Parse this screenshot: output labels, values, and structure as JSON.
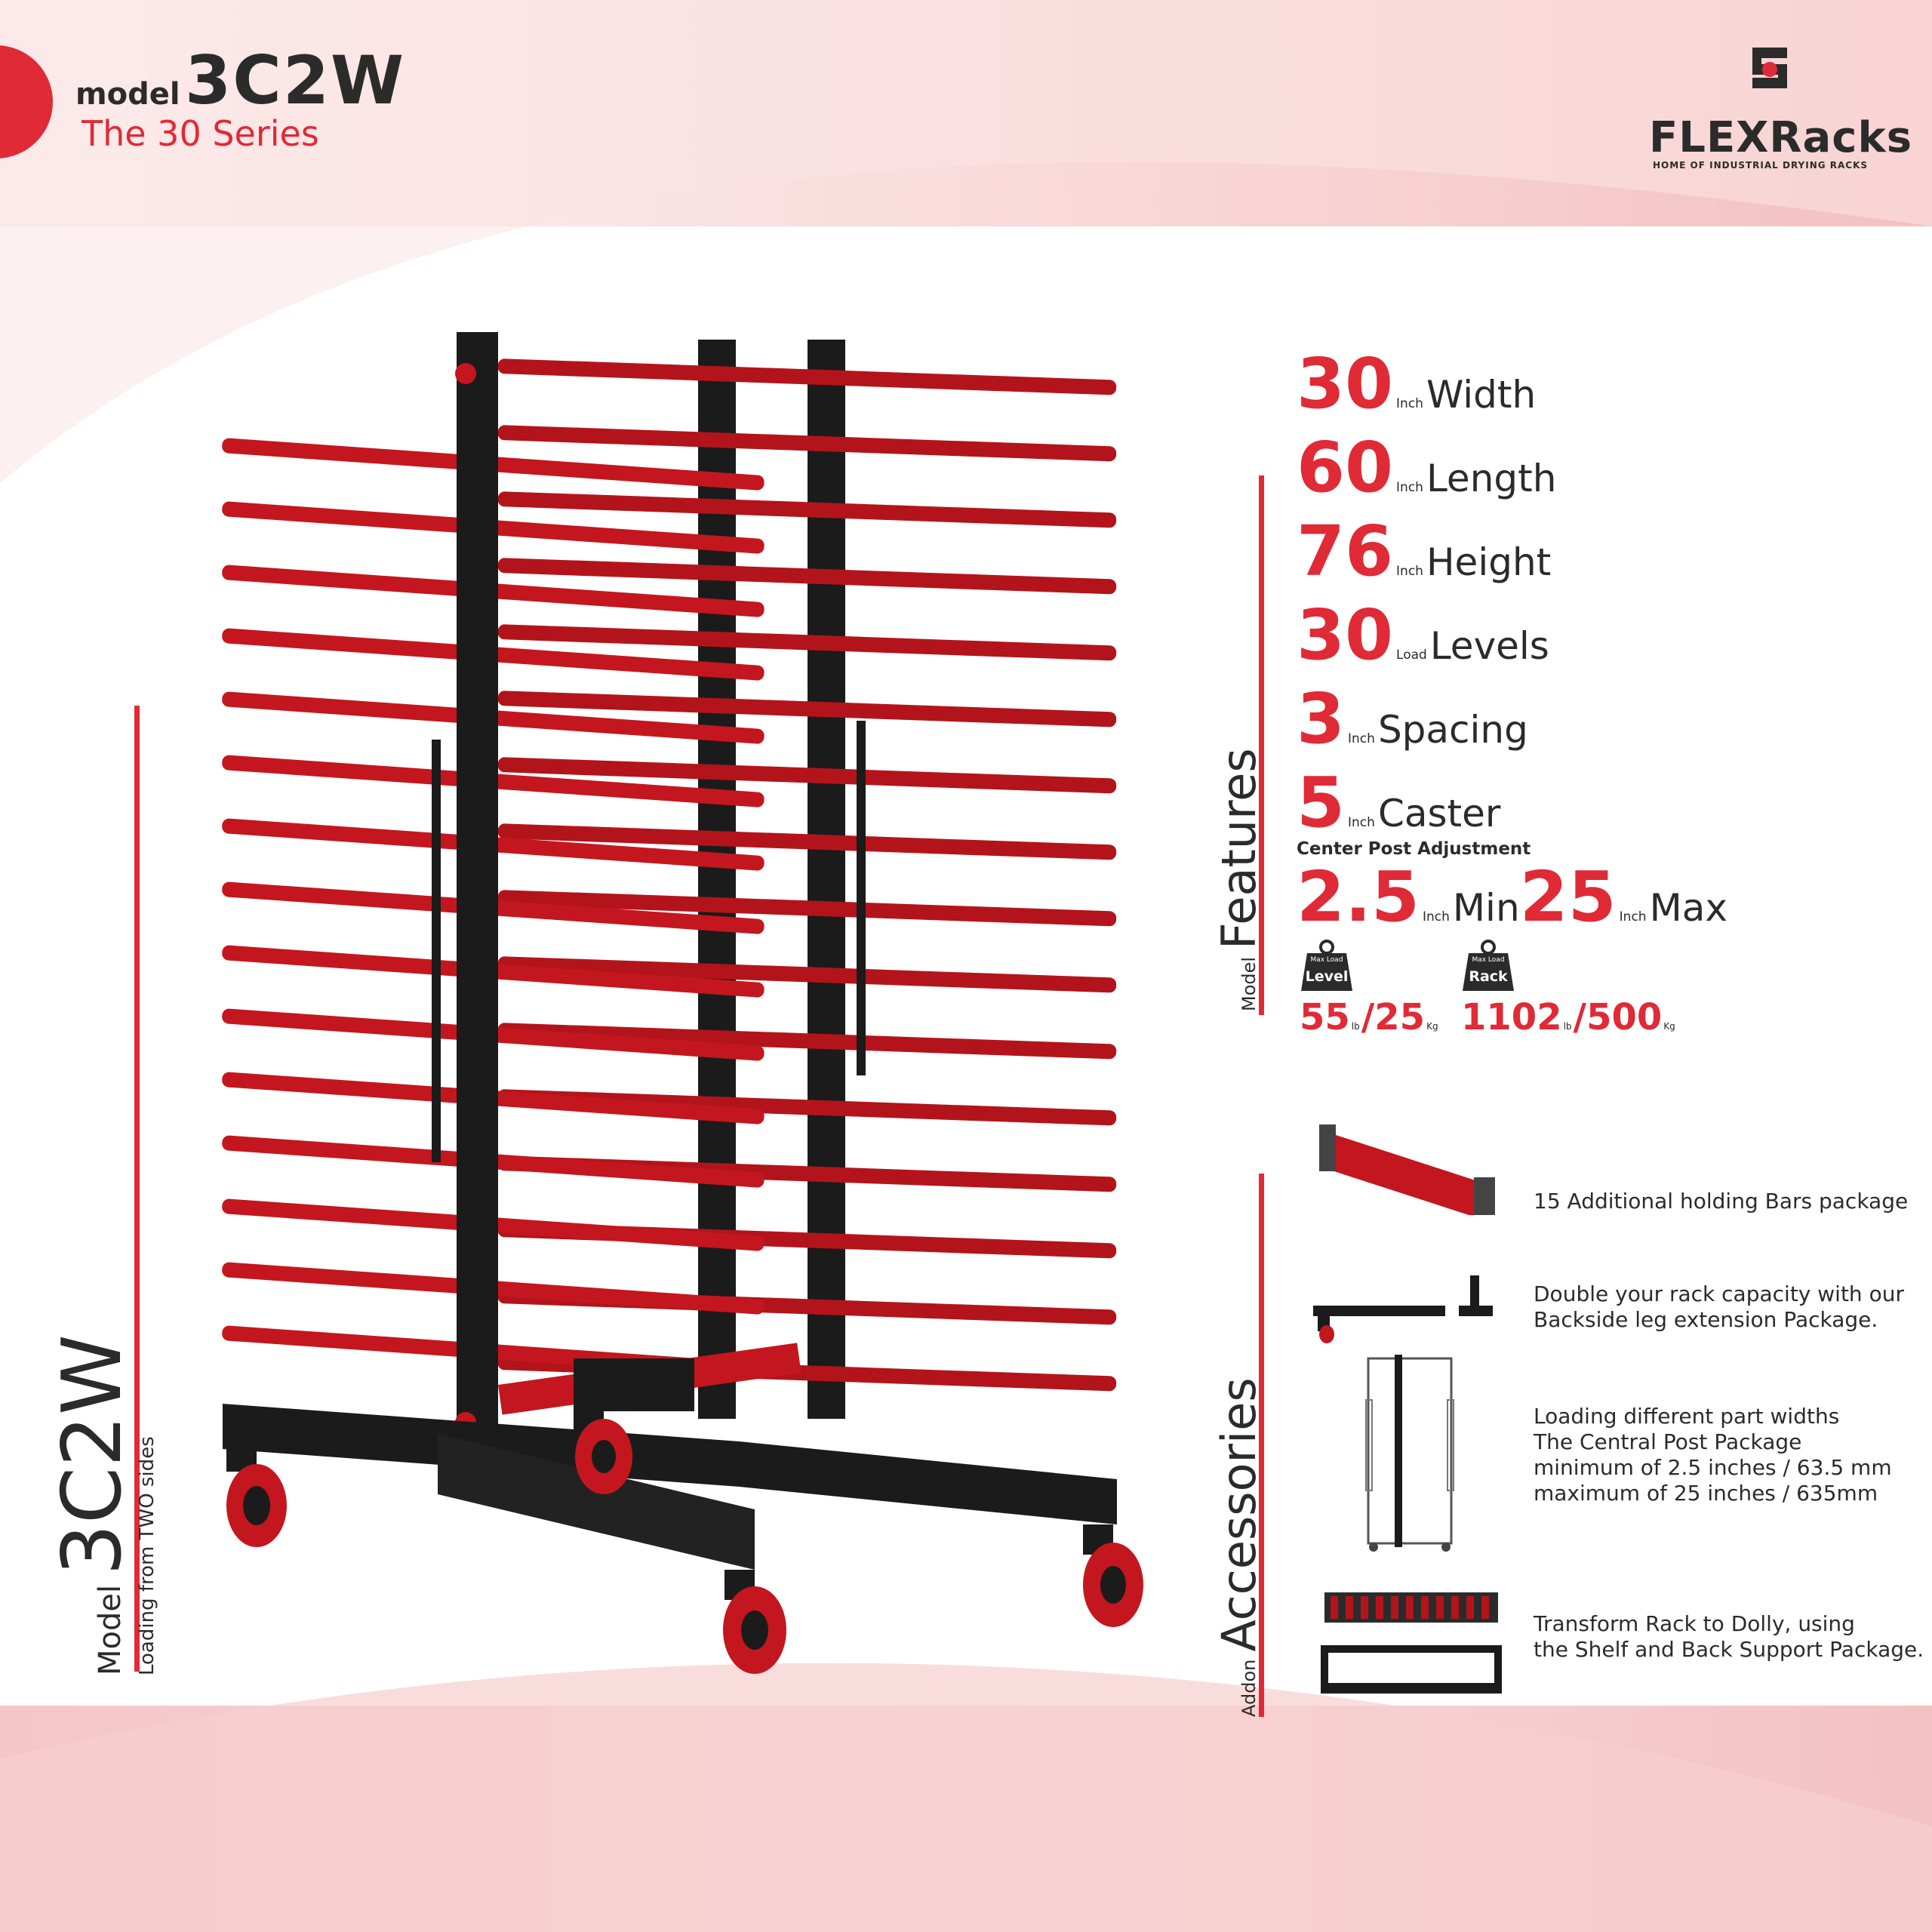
{
  "header": {
    "model_word": "model",
    "model_code": "3C2W",
    "series": "The 30 Series"
  },
  "logo": {
    "name": "FLEXRacks",
    "tagline": "HOME OF INDUSTRIAL DRYING RACKS",
    "icon": "flexracks-logo-icon"
  },
  "side_label": {
    "model_word": "Model",
    "model_code": "3C2W",
    "subtitle": "Loading from TWO sides"
  },
  "features": {
    "label_small": "Model",
    "label_big": "Features",
    "specs": [
      {
        "value": "30",
        "unit": "Inch",
        "label": "Width"
      },
      {
        "value": "60",
        "unit": "Inch",
        "label": "Length"
      },
      {
        "value": "76",
        "unit": "Inch",
        "label": "Height"
      },
      {
        "value": "30",
        "unit": "Load",
        "label": "Levels"
      },
      {
        "value": "3",
        "unit": "Inch",
        "label": "Spacing"
      },
      {
        "value": "5",
        "unit": "Inch",
        "label": "Caster"
      }
    ],
    "adjustment": {
      "title": "Center Post Adjustment",
      "min_value": "2.5",
      "min_unit": "Inch",
      "min_label": "Min",
      "max_value": "25",
      "max_unit": "Inch",
      "max_label": "Max"
    },
    "loads": [
      {
        "weight_top": "Max Load",
        "weight_label": "Level",
        "lb": "55",
        "lb_unit": "lb",
        "kg": "/25",
        "kg_unit": "Kg"
      },
      {
        "weight_top": "Max Load",
        "weight_label": "Rack",
        "lb": "1102",
        "lb_unit": "lb",
        "kg": "/500",
        "kg_unit": "Kg"
      }
    ]
  },
  "accessories": {
    "label_small": "Addon",
    "label_big": "Accessories",
    "items": [
      {
        "lines": [
          "15 Additional holding Bars package"
        ]
      },
      {
        "lines": [
          "Double your rack capacity with our",
          "Backside leg extension Package."
        ]
      },
      {
        "lines": [
          "Loading different part widths",
          "The Central Post Package",
          "minimum of 2.5 inches / 63.5 mm",
          "maximum of 25 inches / 635mm"
        ]
      },
      {
        "lines": [
          "Transform Rack to Dolly, using",
          "the Shelf and Back Support Package."
        ]
      }
    ]
  },
  "colors": {
    "accent": "#e02a36",
    "frame": "#1b1b1b",
    "bar": "#c4161e",
    "text": "#2b2b2b"
  }
}
